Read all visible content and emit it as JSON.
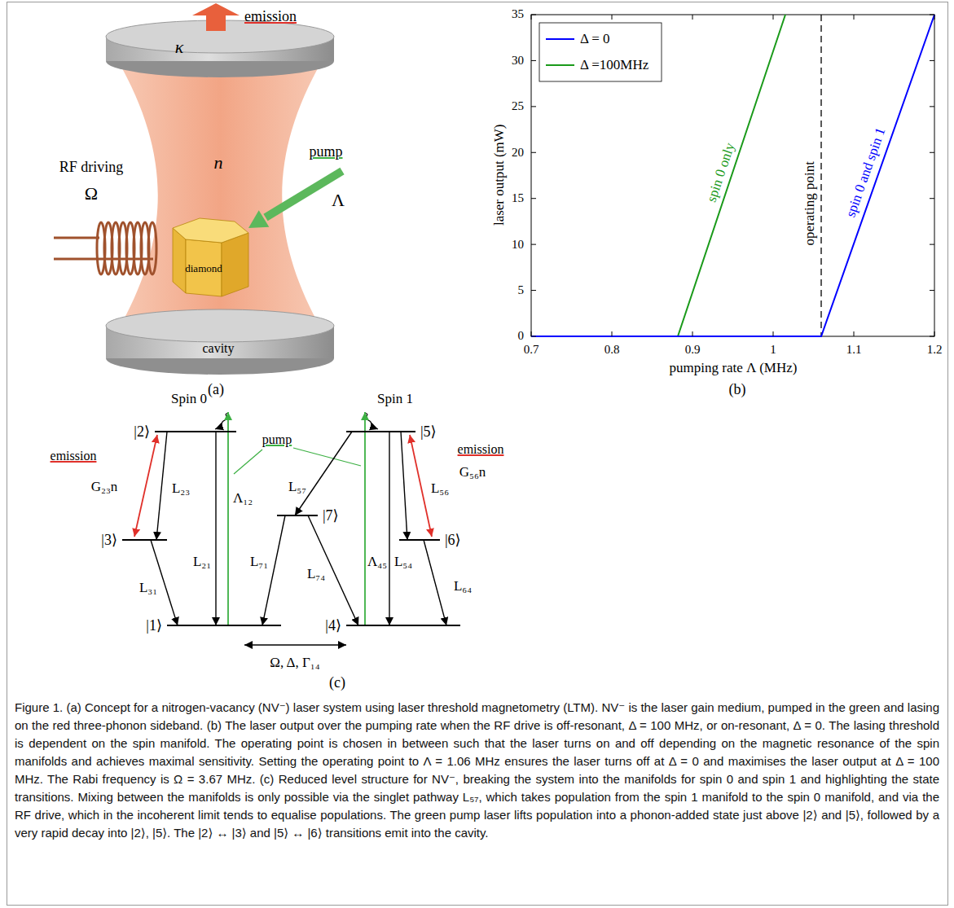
{
  "diagram": {
    "caption": "Figure 1. (a) Concept for a nitrogen-vacancy (NV⁻) laser system using laser threshold magnetometry (LTM). NV⁻ is the laser gain medium, pumped in the green and lasing on the red three-phonon sideband. (b) The laser output over the pumping rate when the RF drive is off-resonant, Δ = 100 MHz, or on-resonant, Δ = 0. The lasing threshold is dependent on the spin manifold. The operating point is chosen in between such that the laser turns on and off depending on the magnetic resonance of the spin manifolds and achieves maximal sensitivity. Setting the operating point to Λ = 1.06 MHz ensures the laser turns off at Δ = 0 and maximises the laser output at Δ = 100 MHz. The Rabi frequency is Ω = 3.67 MHz. (c) Reduced level structure for NV⁻, breaking the system into the manifolds for spin 0 and spin 1 and highlighting the state transitions. Mixing between the manifolds is only possible via the singlet pathway L₅₇, which takes population from the spin 1 manifold to the spin 0 manifold, and via the RF drive, which in the incoherent limit tends to equalise populations. The green pump laser lifts population into a phonon-added state just above |2⟩ and |5⟩, followed by a very rapid decay into |2⟩, |5⟩. The |2⟩ ↔ |3⟩ and |5⟩ ↔ |6⟩ transitions emit into the cavity.",
    "nodes": [
      {
        "text": [
          "|2⟩"
        ]
      },
      {
        "text": [
          "|5⟩"
        ]
      },
      {
        "text": [
          "|7⟩"
        ]
      },
      {
        "text": [
          "|3⟩"
        ]
      },
      {
        "text": [
          "|6⟩"
        ]
      },
      {
        "text": [
          "|1⟩"
        ]
      },
      {
        "text": [
          "|4⟩"
        ]
      }
    ],
    "edges": [
      {
        "from": 0,
        "to": 3,
        "arrow": "to",
        "label": "L₂₃"
      },
      {
        "from": 0,
        "to": 3,
        "arrow": "both",
        "label": "G₂₃n"
      },
      {
        "from": 3,
        "to": 5,
        "arrow": "to",
        "label": "L₃₁"
      },
      {
        "from": 0,
        "to": 5,
        "arrow": "to",
        "label": "L₂₁"
      },
      {
        "from": 5,
        "to": 0,
        "arrow": "to",
        "label": "Λ₁₂"
      },
      {
        "from": 1,
        "to": 2,
        "arrow": "to",
        "label": "L₅₇"
      },
      {
        "from": 2,
        "to": 5,
        "arrow": "to",
        "label": "L₇₁"
      },
      {
        "from": 2,
        "to": 6,
        "arrow": "to",
        "label": "L₇₄"
      },
      {
        "from": 6,
        "to": 1,
        "arrow": "to",
        "label": "Λ₄₅"
      },
      {
        "from": 1,
        "to": 6,
        "arrow": "to",
        "label": "L₅₄"
      },
      {
        "from": 1,
        "to": 4,
        "arrow": "to",
        "label": "L₅₆"
      },
      {
        "from": 1,
        "to": 4,
        "arrow": "both",
        "label": "G₅₆n"
      },
      {
        "from": 4,
        "to": 6,
        "arrow": "to",
        "label": "L₆₄"
      },
      {
        "from": 5,
        "to": 6,
        "arrow": "both",
        "label": "Ω, Δ, Γ₁₄"
      }
    ],
    "labels": [
      "(a)",
      "emission",
      "κ",
      "n",
      "pump",
      "Λ",
      "RF driving",
      "Ω",
      "diamond",
      "cavity",
      "(b)",
      "laser output (mW)",
      "pumping rate Λ (MHz)",
      "0",
      "5",
      "10",
      "15",
      "20",
      "25",
      "30",
      "35",
      "0.7",
      "0.8",
      "0.9",
      "1",
      "1.1",
      "1.2",
      "spin 0 only",
      "operating point",
      "spin 0 and spin 1",
      "(c)",
      "Spin 0",
      "Spin 1",
      "emission",
      "pump",
      "emission"
    ],
    "legend": [
      {
        "text": "Δ = 0"
      },
      {
        "text": "Δ =100MHz"
      }
    ]
  }
}
